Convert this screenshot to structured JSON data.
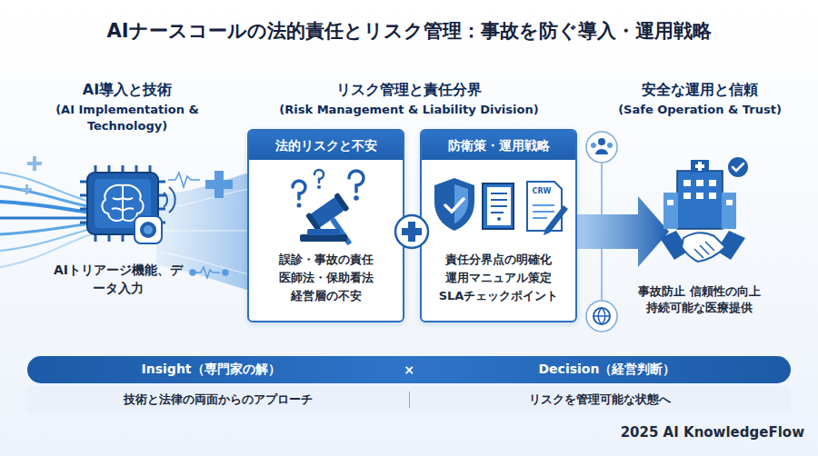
{
  "diagram": {
    "title": "AIナースコールの法的責任とリスク管理：事故を防ぐ導入・運用戦略",
    "nodes": [
      {
        "text": [
          "法的リスクと不安",
          "誤診・事故の責任 医師法・保助看法 経営層の不安"
        ]
      },
      {
        "text": [
          "防衛策・運用戦略",
          "責任分界点の明確化 運用マニュアル策定 SLAチェックポイント"
        ]
      },
      {
        "text": [
          "Insight（専門家の解）",
          "×",
          "Decision（経営判断）"
        ]
      },
      {
        "text": [
          "技術と法律の両面からのアプローチ",
          "リスクを管理可能な状態へ"
        ]
      }
    ],
    "labels": [
      "AI導入と技術",
      "(AI Implementation & Technology)",
      "リスク管理と責任分界",
      "(Risk Management & Liability Division)",
      "安全な運用と信頼",
      "(Safe Operation & Trust)",
      "AIトリアージ機能、データ入力",
      "事故防止 信頼性の向上 持続可能な医療提供",
      "CRW",
      "2025 AI KnowledgeFlow"
    ]
  }
}
